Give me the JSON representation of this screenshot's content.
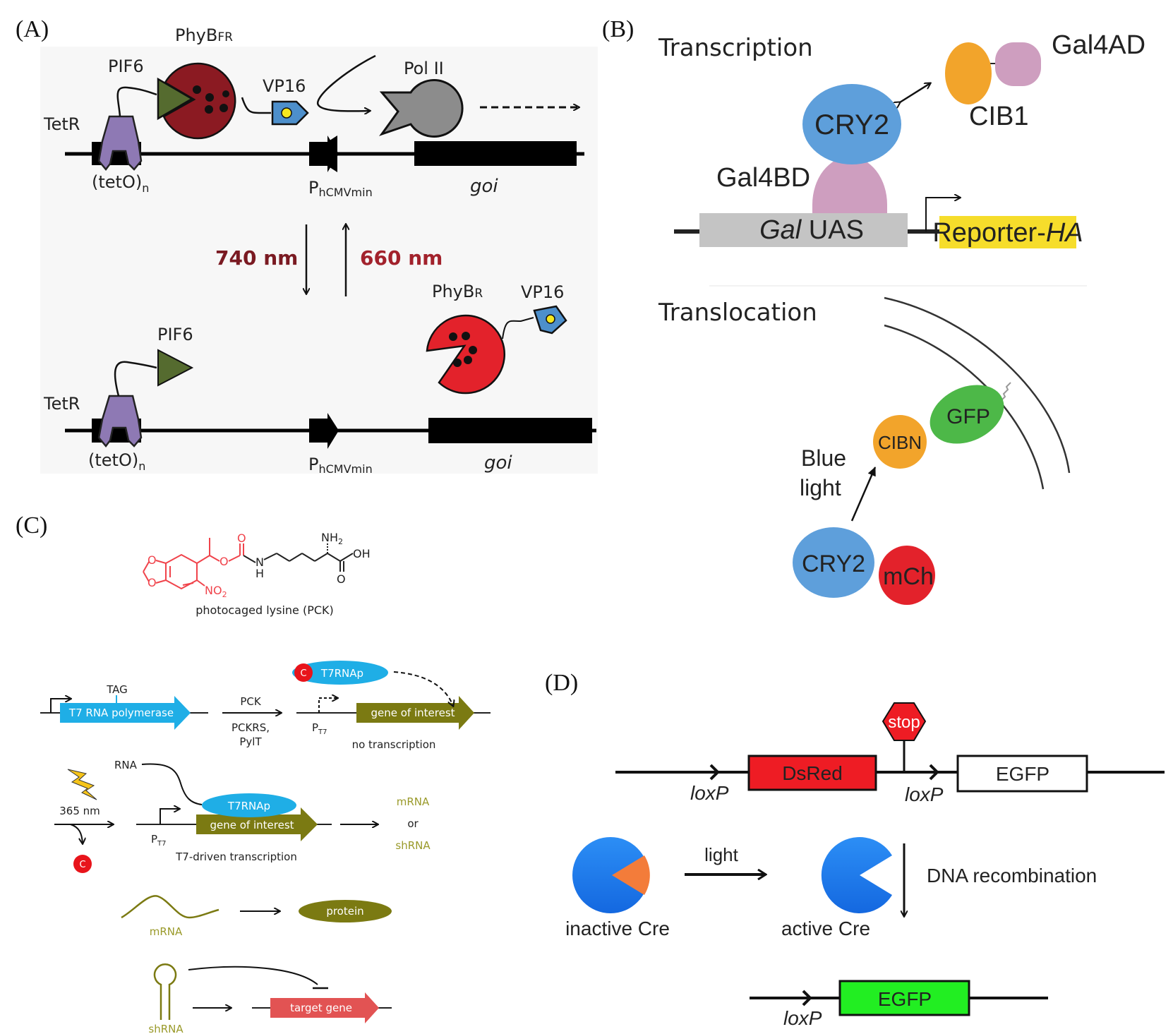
{
  "figure": {
    "panels": {
      "A": {
        "label": "(A)",
        "top_state": {
          "tetR": "TetR",
          "pif6": "PIF6",
          "phyb_main": "PhyB",
          "phyb_sub": "FR",
          "vp16": "VP16",
          "pol2": "Pol II",
          "teto_main": "(tetO)",
          "teto_sub": "n",
          "promoter_main": "P",
          "promoter_sub": "hCMVmin",
          "goi": "goi"
        },
        "switch": {
          "forward_light": "740 nm",
          "reverse_light": "660 nm"
        },
        "bottom_state": {
          "tetR": "TetR",
          "pif6": "PIF6",
          "phyb_main": "PhyB",
          "phyb_sub": "R",
          "vp16": "VP16",
          "teto_main": "(tetO)",
          "teto_sub": "n",
          "promoter_main": "P",
          "promoter_sub": "hCMVmin",
          "goi": "goi"
        }
      },
      "B": {
        "label": "(B)",
        "transcription": {
          "title": "Transcription",
          "cry2": "CRY2",
          "cib1": "CIB1",
          "gal4ad": "Gal4AD",
          "gal4bd": "Gal4BD",
          "uas_italic": "Gal",
          "uas_rest": " UAS",
          "reporter_main": "Reporter-",
          "reporter_italic": "HA"
        },
        "translocation": {
          "title": "Translocation",
          "gfp": "GFP",
          "cibn": "CIBN",
          "light_line1": "Blue",
          "light_line2": "light",
          "cry2": "CRY2",
          "mch": "mCh"
        }
      },
      "C": {
        "label": "(C)",
        "molecule": {
          "nh2": "NH",
          "nh2_sub": "2",
          "oh": "OH",
          "o": "O",
          "n": "N",
          "h": "H",
          "no2": "NO",
          "no2_sub": "2",
          "caption": "photocaged lysine (PCK)"
        },
        "row1": {
          "tag": "TAG",
          "gene": "T7 RNA polymerase",
          "arrow_top": "PCK",
          "arrow_bottom1": "PCKRS,",
          "arrow_bottom2": "PylT",
          "cage": "C",
          "enzyme": "T7RNAp",
          "promoter_main": "P",
          "promoter_sub": "T7",
          "target_gene": "gene of interest",
          "note": "no transcription"
        },
        "row2": {
          "rna": "RNA",
          "light": "365 nm",
          "cage": "C",
          "enzyme": "T7RNAp",
          "promoter_main": "P",
          "promoter_sub": "T7",
          "target_gene": "gene of interest",
          "note": "T7-driven transcription",
          "out1": "mRNA",
          "out_or": "or",
          "out2": "shRNA"
        },
        "row3": {
          "mrna": "mRNA",
          "protein": "protein"
        },
        "row4": {
          "shrna": "shRNA",
          "target": "target gene"
        }
      },
      "D": {
        "label": "(D)",
        "construct": {
          "loxp1": "loxP",
          "dsred": "DsRed",
          "stop": "stop",
          "loxp2": "loxP",
          "egfp": "EGFP"
        },
        "activation": {
          "inactive": "inactive Cre",
          "light": "light",
          "active": "active Cre",
          "process": "DNA recombination"
        },
        "result": {
          "loxp": "loxP",
          "egfp": "EGFP"
        }
      }
    },
    "colors": {
      "phyb_fr": "#8B1A22",
      "phyb_r": "#E3222B",
      "pif6": "#556B2F",
      "tetr": "#8E79B4",
      "vp16": "#4D8FCB",
      "pol2": "#8C8C8C",
      "wavelength": "#7A1A22",
      "cry2": "#5E9FDB",
      "cib": "#F2A42B",
      "gal4": "#CE9EBF",
      "uas": "#C4C4C4",
      "reporter": "#F6DD2B",
      "gfp": "#4DB848",
      "mch": "#E3222B",
      "t7": "#1FAEE6",
      "olive": "#7B7A12",
      "olive_text": "#9A9A2A",
      "cage": "#E8141B",
      "pck_red": "#F0434B",
      "target": "#E25353",
      "dsred": "#EE1C24",
      "egfp_active": "#22EE22",
      "cre": "#1E7BF0",
      "cre_cap": "#F37C3A"
    }
  }
}
